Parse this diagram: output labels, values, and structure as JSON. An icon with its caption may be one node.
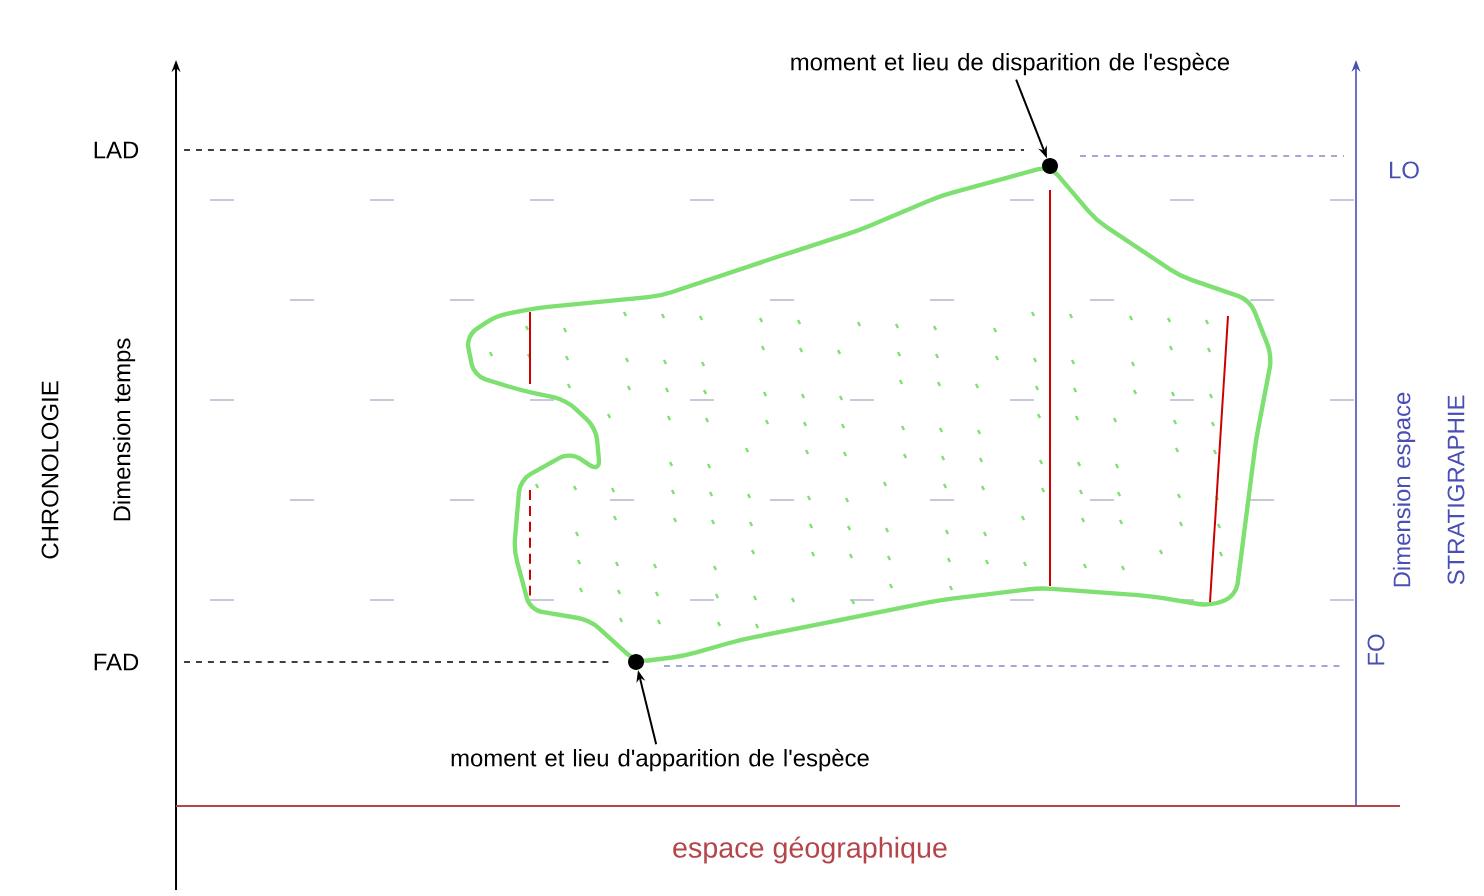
{
  "diagram": {
    "nodes": [
      {
        "text": [
          "moment et lieu de disparition de l'espèce"
        ]
      },
      {
        "text": [],
        "shape": "circle"
      },
      {
        "text": [
          "moment et lieu d'apparition de l'espèce"
        ]
      },
      {
        "text": [],
        "shape": "circle"
      }
    ],
    "edges": [
      {
        "from": 0,
        "to": 1,
        "arrow": "to"
      },
      {
        "from": 2,
        "to": 3,
        "arrow": "to"
      }
    ],
    "labels": [
      "LAD",
      "LO",
      "CHRONOLOGIE",
      "Dimension temps",
      "Dimension espace",
      "STRATIGRAPHIE",
      "FAD",
      "FO",
      "espace géographique"
    ]
  }
}
